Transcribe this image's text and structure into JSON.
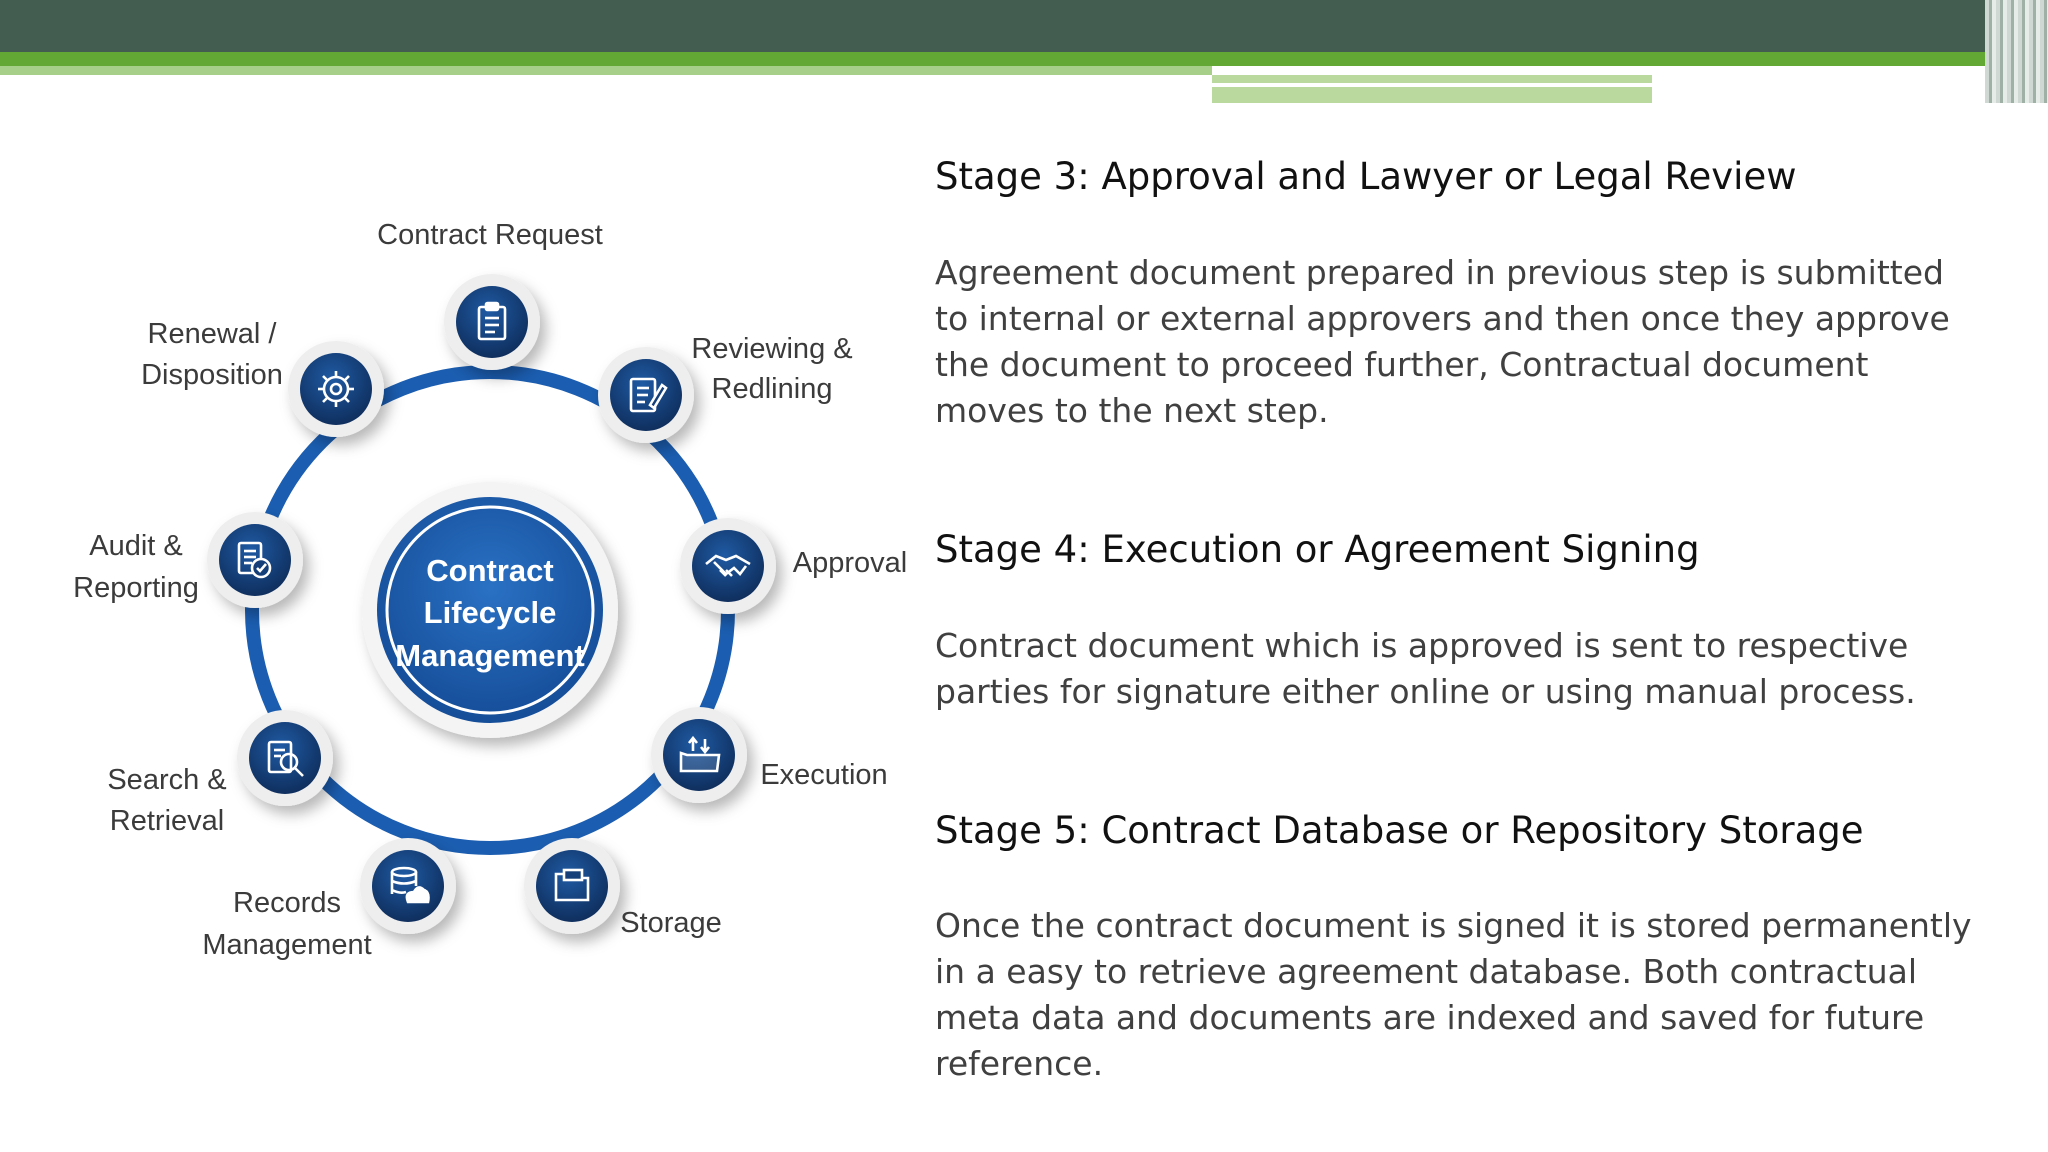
{
  "diagram": {
    "center_lines": [
      "Contract",
      "Lifecycle",
      "Management"
    ],
    "labels": [
      {
        "id": "contract-request",
        "lines": [
          "Contract Request"
        ],
        "icon": "clipboard-icon"
      },
      {
        "id": "reviewing-redlining",
        "lines": [
          "Reviewing &",
          "Redlining"
        ],
        "icon": "edit-document-icon"
      },
      {
        "id": "approval",
        "lines": [
          "Approval"
        ],
        "icon": "handshake-icon"
      },
      {
        "id": "execution",
        "lines": [
          "Execution"
        ],
        "icon": "folder-upload-icon"
      },
      {
        "id": "storage",
        "lines": [
          "Storage"
        ],
        "icon": "folder-icon"
      },
      {
        "id": "records-management",
        "lines": [
          "Records",
          "Management"
        ],
        "icon": "database-cloud-icon"
      },
      {
        "id": "search-retrieval",
        "lines": [
          "Search &",
          "Retrieval"
        ],
        "icon": "document-search-icon"
      },
      {
        "id": "audit-reporting",
        "lines": [
          "Audit &",
          "Reporting"
        ],
        "icon": "document-check-icon"
      },
      {
        "id": "renewal-disposition",
        "lines": [
          "Renewal /",
          "Disposition"
        ],
        "icon": "gear-icon"
      }
    ],
    "colors": {
      "ring": "#1b5db0",
      "node": "#153f78",
      "center": "#1d5fb2"
    }
  },
  "stages": [
    {
      "heading": "Stage 3:  Approval and Lawyer or Legal Review",
      "body": "Agreement document prepared in previous step is submitted to internal or external approvers and then once they approve the document to proceed further, Contractual document moves to the next step."
    },
    {
      "heading": "Stage 4: Execution or Agreement Signing",
      "body": "Contract document which is approved is sent to respective parties for signature either online or using manual process."
    },
    {
      "heading": "Stage 5: Contract Database or Repository Storage",
      "body": "Once the contract document is signed it is stored permanently in a easy to retrieve agreement database. Both contractual meta data and documents are indexed and saved for future reference."
    }
  ]
}
